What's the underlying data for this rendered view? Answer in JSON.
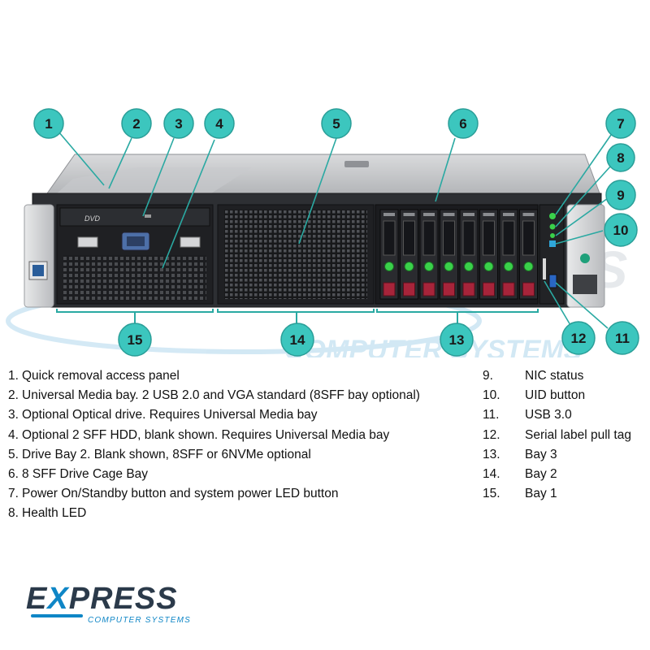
{
  "colors": {
    "callout_fill": "#3cc6be",
    "callout_stroke": "#2a9e98",
    "leader": "#2aa9a2",
    "chassis": "#2d2f33",
    "brand_blue": "#0f86c6",
    "drive_red": "#a7243a",
    "led_green": "#3ad04a"
  },
  "callouts": [
    "1",
    "2",
    "3",
    "4",
    "5",
    "6",
    "7",
    "8",
    "9",
    "10",
    "11",
    "12",
    "13",
    "14",
    "15"
  ],
  "legend_left": [
    {
      "num": "1.",
      "text": "Quick removal access panel"
    },
    {
      "num": "2.",
      "text": "Universal Media bay. 2 USB 2.0 and VGA standard (8SFF bay optional)"
    },
    {
      "num": "3.",
      "text": "Optional Optical drive. Requires Universal Media bay"
    },
    {
      "num": "4.",
      "text": "Optional 2 SFF HDD, blank shown. Requires Universal Media bay"
    },
    {
      "num": "5.",
      "text": "Drive Bay 2. Blank shown, 8SFF or 6NVMe optional"
    },
    {
      "num": "6.",
      "text": "8 SFF Drive Cage Bay"
    },
    {
      "num": "7.",
      "text": "Power On/Standby button and system power LED button"
    },
    {
      "num": "8.",
      "text": "Health LED"
    }
  ],
  "legend_right": [
    {
      "num": "9.",
      "text": "NIC status"
    },
    {
      "num": "10.",
      "text": "UID button"
    },
    {
      "num": "11.",
      "text": "USB 3.0"
    },
    {
      "num": "12.",
      "text": "Serial label pull tag"
    },
    {
      "num": "13.",
      "text": "Bay 3"
    },
    {
      "num": "14.",
      "text": "Bay 2"
    },
    {
      "num": "15.",
      "text": "Bay 1"
    }
  ],
  "watermark": {
    "line1": "COMPUTER SYSTEMS"
  },
  "logo": {
    "word_first": "E",
    "word_x": "X",
    "word_rest": "PRESS",
    "subtitle": "COMPUTER SYSTEMS"
  }
}
